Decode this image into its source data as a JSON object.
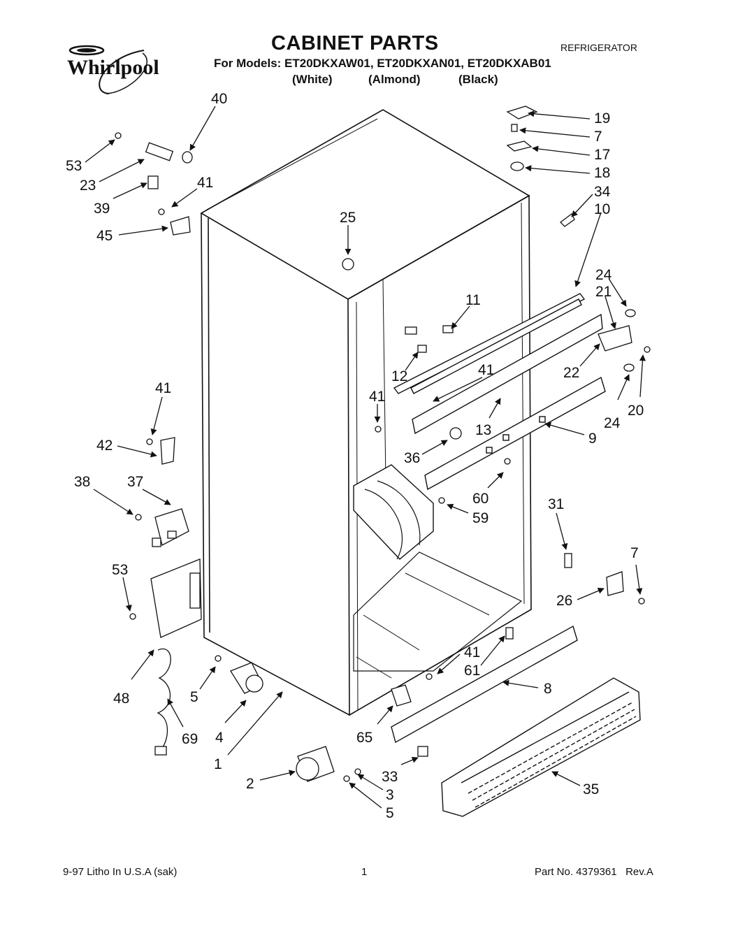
{
  "header": {
    "brand": "Whirlpool",
    "title": "CABINET PARTS",
    "category": "REFRIGERATOR",
    "models_line": "For Models: ET20DKXAW01, ET20DKXAN01, ET20DKXAB01",
    "variants": [
      "(White)",
      "(Almond)",
      "(Black)"
    ]
  },
  "callouts": [
    {
      "id": "c40",
      "label": "40"
    },
    {
      "id": "c53a",
      "label": "53"
    },
    {
      "id": "c23",
      "label": "23"
    },
    {
      "id": "c39",
      "label": "39"
    },
    {
      "id": "c41a",
      "label": "41"
    },
    {
      "id": "c45",
      "label": "45"
    },
    {
      "id": "c25",
      "label": "25"
    },
    {
      "id": "c19",
      "label": "19"
    },
    {
      "id": "c7a",
      "label": "7"
    },
    {
      "id": "c17",
      "label": "17"
    },
    {
      "id": "c18",
      "label": "18"
    },
    {
      "id": "c34",
      "label": "34"
    },
    {
      "id": "c10",
      "label": "10"
    },
    {
      "id": "c11",
      "label": "11"
    },
    {
      "id": "c24a",
      "label": "24"
    },
    {
      "id": "c21",
      "label": "21"
    },
    {
      "id": "c12",
      "label": "12"
    },
    {
      "id": "c41b",
      "label": "41"
    },
    {
      "id": "c22",
      "label": "22"
    },
    {
      "id": "c41c",
      "label": "41"
    },
    {
      "id": "c24b",
      "label": "24"
    },
    {
      "id": "c20",
      "label": "20"
    },
    {
      "id": "c13",
      "label": "13"
    },
    {
      "id": "c9",
      "label": "9"
    },
    {
      "id": "c36",
      "label": "36"
    },
    {
      "id": "c41d",
      "label": "41"
    },
    {
      "id": "c42",
      "label": "42"
    },
    {
      "id": "c38",
      "label": "38"
    },
    {
      "id": "c37",
      "label": "37"
    },
    {
      "id": "c60",
      "label": "60"
    },
    {
      "id": "c59",
      "label": "59"
    },
    {
      "id": "c31",
      "label": "31"
    },
    {
      "id": "c7b",
      "label": "7"
    },
    {
      "id": "c53b",
      "label": "53"
    },
    {
      "id": "c26",
      "label": "26"
    },
    {
      "id": "c41e",
      "label": "41"
    },
    {
      "id": "c61",
      "label": "61"
    },
    {
      "id": "c8",
      "label": "8"
    },
    {
      "id": "c48",
      "label": "48"
    },
    {
      "id": "c5a",
      "label": "5"
    },
    {
      "id": "c4",
      "label": "4"
    },
    {
      "id": "c69",
      "label": "69"
    },
    {
      "id": "c65",
      "label": "65"
    },
    {
      "id": "c1",
      "label": "1"
    },
    {
      "id": "c2",
      "label": "2"
    },
    {
      "id": "c33",
      "label": "33"
    },
    {
      "id": "c35",
      "label": "35"
    },
    {
      "id": "c3",
      "label": "3"
    },
    {
      "id": "c5b",
      "label": "5"
    }
  ],
  "footer": {
    "left": "9-97 Litho In U.S.A (sak)",
    "page": "1",
    "right": "Part No. 4379361   Rev.A"
  }
}
